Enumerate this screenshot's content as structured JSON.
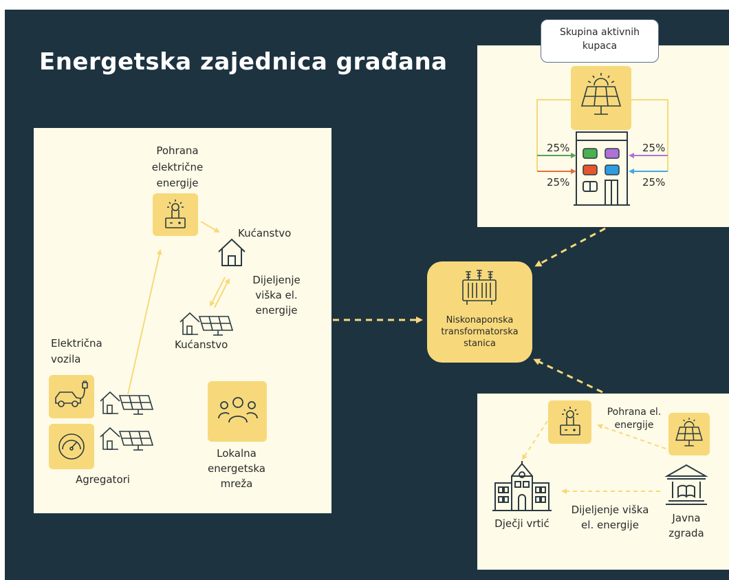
{
  "title": "Energetska zajednica građana",
  "colors": {
    "background": "#1d3340",
    "panel": "#fefbe8",
    "tile": "#f7d97b",
    "arrow": "#f7d97b",
    "icon": "#2b3a42"
  },
  "left_panel": {
    "storage": "Pohrana električne energije",
    "storage_lines": [
      "Pohrana",
      "električne",
      "energije"
    ],
    "household_top": "Kućanstvo",
    "sharing_lines": [
      "Dijeljenje",
      "viška el.",
      "energije"
    ],
    "household_bottom": "Kućanstvo",
    "ev_lines": [
      "Električna",
      "vozila"
    ],
    "aggregators": "Agregatori",
    "local_grid_lines": [
      "Lokalna",
      "energetska",
      "mreža"
    ],
    "icons": [
      "solar-battery-icon",
      "house-icon",
      "house-with-solar-icon",
      "electric-car-icon",
      "gauge-icon",
      "community-icon"
    ]
  },
  "hub": {
    "lines": [
      "Niskonaponska",
      "transformatorska",
      "stanica"
    ],
    "icon": "transformer-icon"
  },
  "top_right": {
    "callout_lines": [
      "Skupina aktivnih",
      "kupaca"
    ],
    "shares": [
      "25%",
      "25%",
      "25%",
      "25%"
    ],
    "share_colors": [
      "#5aa05a",
      "#e07040",
      "#b070d8",
      "#40a8e8"
    ],
    "icons": [
      "solar-panel-icon",
      "apartment-building-icon"
    ]
  },
  "bottom_right": {
    "storage_lines": [
      "Pohrana el.",
      "energije"
    ],
    "sharing_lines": [
      "Dijeljenje viška",
      "el. energije"
    ],
    "kindergarten": "Dječji vrtić",
    "public_building_lines": [
      "Javna",
      "zgrada"
    ],
    "icons": [
      "solar-battery-icon",
      "solar-panel-icon",
      "kindergarten-icon",
      "public-building-icon"
    ]
  }
}
